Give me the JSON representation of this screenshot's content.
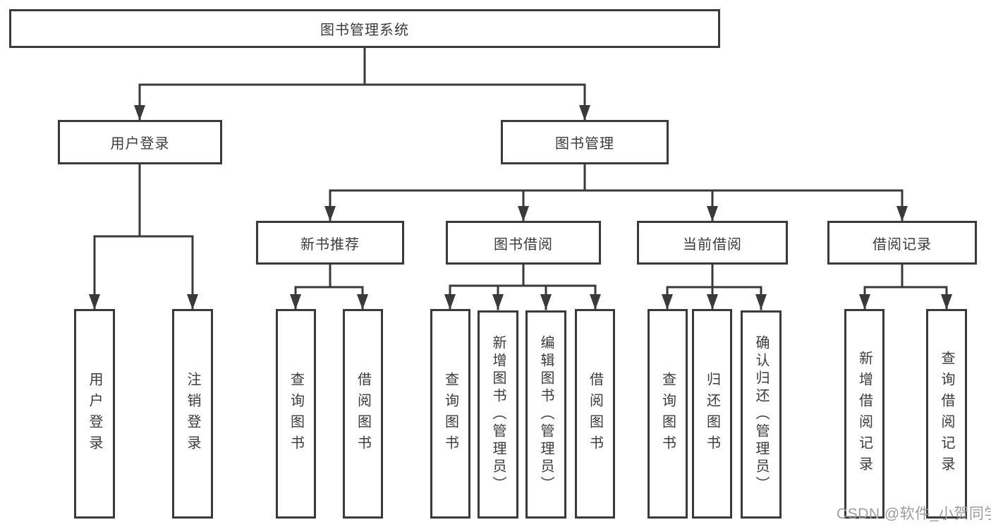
{
  "diagram": {
    "watermark": "CSDN @软件_小贺同学",
    "colors": {
      "line": "#3a3a3a",
      "box_border": "#3a3a3a",
      "text": "#3b3b3b",
      "watermark_text": "#9c9c9c",
      "background": "#ffffff"
    },
    "nodes": {
      "root": {
        "label": "图书管理系统"
      },
      "user_login": {
        "label": "用户登录"
      },
      "book_mgmt": {
        "label": "图书管理"
      },
      "new_book": {
        "label": "新书推荐"
      },
      "book_borrow": {
        "label": "图书借阅"
      },
      "current_borrow": {
        "label": "当前借阅"
      },
      "borrow_record": {
        "label": "借阅记录"
      },
      "leaf_user_login": {
        "label": "用户登录"
      },
      "leaf_logout": {
        "label": "注销登录"
      },
      "leaf_nb_query": {
        "label": "查询图书"
      },
      "leaf_nb_borrow": {
        "label": "借阅图书"
      },
      "leaf_bb_query": {
        "label": "查询图书"
      },
      "leaf_bb_add": {
        "label": "新增图书（管理员）"
      },
      "leaf_bb_edit": {
        "label": "编辑图书（管理员）"
      },
      "leaf_bb_borrow": {
        "label": "借阅图书"
      },
      "leaf_cb_query": {
        "label": "查询图书"
      },
      "leaf_cb_return": {
        "label": "归还图书"
      },
      "leaf_cb_confirm": {
        "label": "确认归还（管理员）"
      },
      "leaf_br_add": {
        "label": "新增借阅记录"
      },
      "leaf_br_query": {
        "label": "查询借阅记录"
      }
    }
  }
}
